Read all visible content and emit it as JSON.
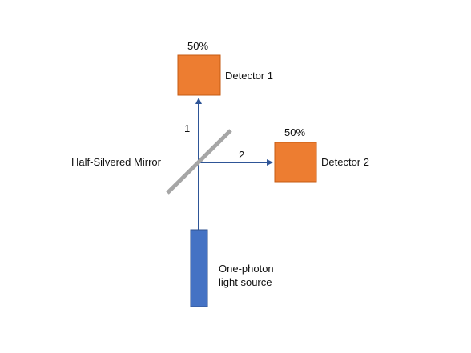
{
  "colors": {
    "background": "#ffffff",
    "detector_fill": "#ed7d31",
    "detector_stroke": "#c55a11",
    "source_fill": "#4472c4",
    "source_stroke": "#2f528f",
    "beam": "#2e5597",
    "mirror": "#a6a6a6",
    "text": "#111111"
  },
  "detector1": {
    "percent": "50%",
    "label": "Detector 1"
  },
  "detector2": {
    "percent": "50%",
    "label": "Detector 2"
  },
  "mirror": {
    "label": "Half-Silvered Mirror"
  },
  "paths": {
    "path1_label": "1",
    "path2_label": "2"
  },
  "source": {
    "label_line1": "One-photon",
    "label_line2": "light source"
  }
}
